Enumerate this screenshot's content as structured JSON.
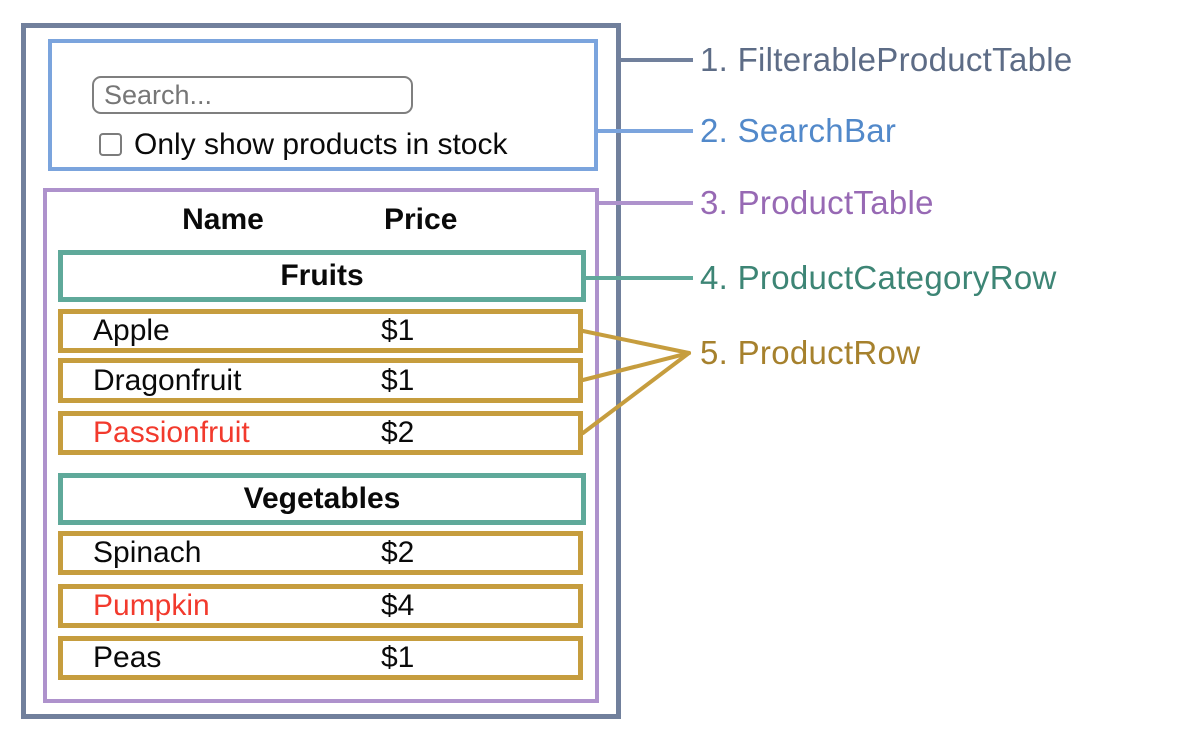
{
  "colors": {
    "outer-border": "#71809c",
    "outer-label": "#5d6c86",
    "search-border": "#7ba4dd",
    "search-label": "#5289ca",
    "table-border": "#ae92cc",
    "table-label": "#9769b4",
    "category-border": "#5fa99a",
    "category-label": "#3d8575",
    "row-border": "#c69d3e",
    "row-label": "#a6812d",
    "out-of-stock": "#f23a2d",
    "input-border": "#7f7f7f",
    "placeholder": "#767676",
    "text": "#0a0a0a"
  },
  "search_bar": {
    "input_placeholder": "Search...",
    "input_value": "",
    "checkbox_label": "Only show products in stock",
    "checkbox_checked": false
  },
  "product_table": {
    "headers": [
      "Name",
      "Price"
    ],
    "categories": [
      {
        "name": "Fruits",
        "products": [
          {
            "name": "Apple",
            "price": "$1",
            "in_stock": true
          },
          {
            "name": "Dragonfruit",
            "price": "$1",
            "in_stock": true
          },
          {
            "name": "Passionfruit",
            "price": "$2",
            "in_stock": false
          }
        ]
      },
      {
        "name": "Vegetables",
        "products": [
          {
            "name": "Spinach",
            "price": "$2",
            "in_stock": true
          },
          {
            "name": "Pumpkin",
            "price": "$4",
            "in_stock": false
          },
          {
            "name": "Peas",
            "price": "$1",
            "in_stock": true
          }
        ]
      }
    ]
  },
  "annotations": [
    {
      "label": "1. FilterableProductTable"
    },
    {
      "label": "2. SearchBar"
    },
    {
      "label": "3. ProductTable"
    },
    {
      "label": "4. ProductCategoryRow"
    },
    {
      "label": "5. ProductRow"
    }
  ]
}
